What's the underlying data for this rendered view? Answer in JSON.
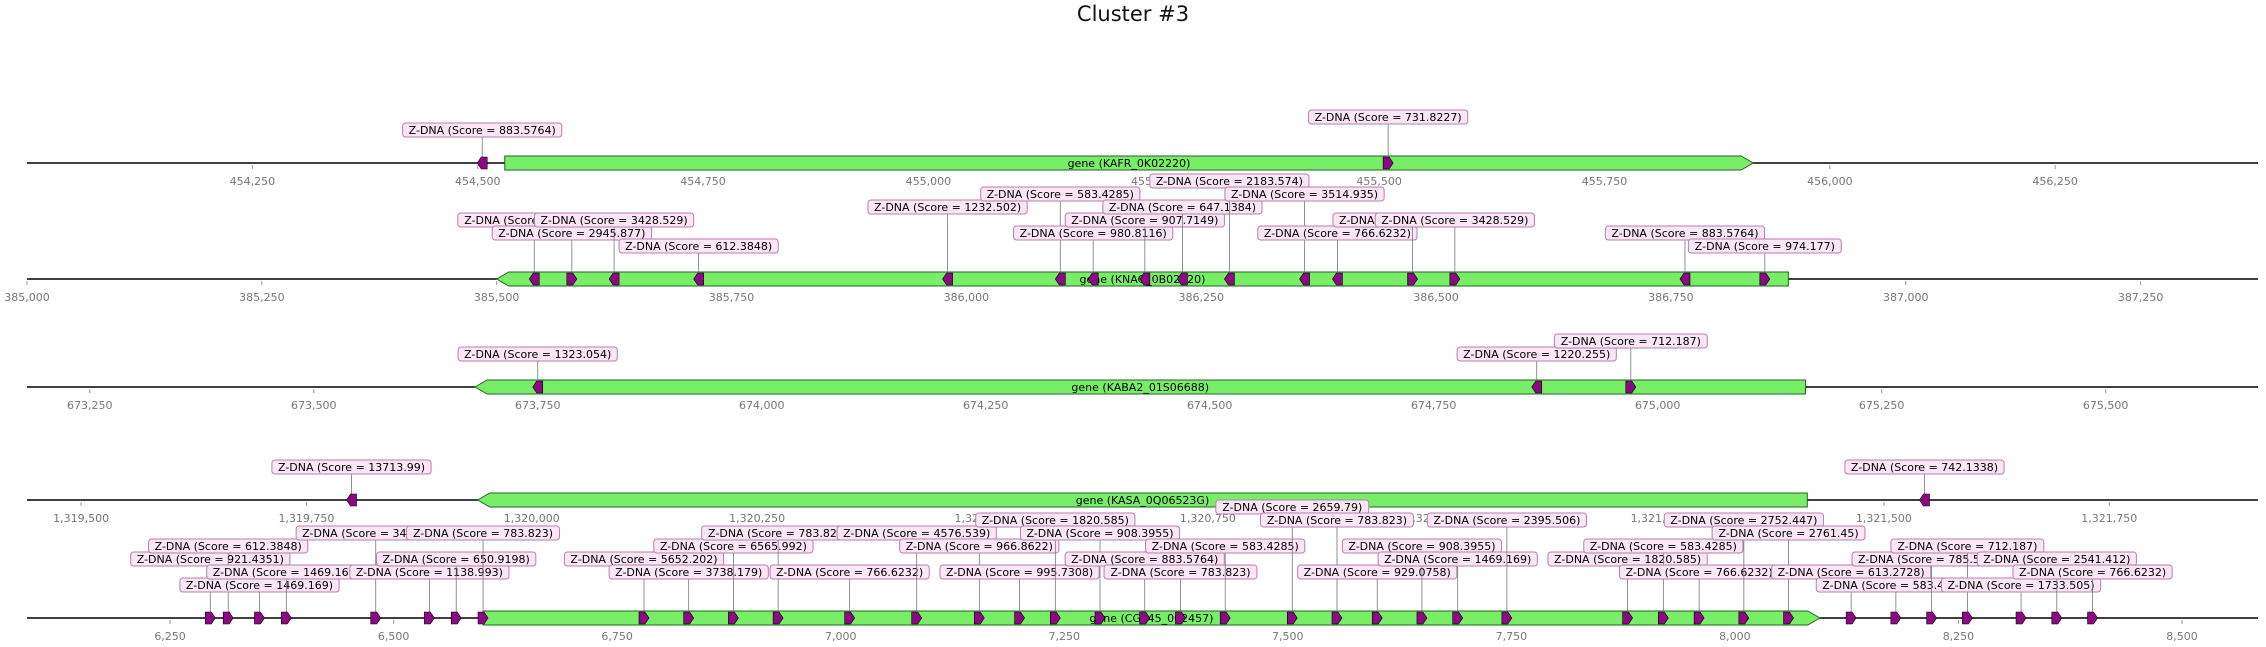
{
  "title": "Cluster #3",
  "colors": {
    "gene_fill": "#77ee66",
    "gene_stroke": "#226622",
    "feature_fill": "#8b0a84",
    "label_bg": "#fbe6f6",
    "label_border": "#b77fae",
    "track_line": "#000000",
    "tick_text": "#777777"
  },
  "chart_data": {
    "type": "gene-track",
    "tracks": [
      {
        "gene": {
          "label": "gene (KAFR_0K02220)",
          "start": 454530,
          "end": 455915,
          "strand": 1
        },
        "ticks": [
          "454,250",
          "454,500",
          "454,750",
          "455,000",
          "455,250",
          "455,500",
          "455,750",
          "456,000",
          "456,250"
        ],
        "tick_values": [
          454250,
          454500,
          454750,
          455000,
          455250,
          455500,
          455750,
          456000,
          456250
        ],
        "range": [
          454000,
          456475
        ],
        "features": [
          {
            "pos": 454505,
            "strand": -1,
            "label": "Z-DNA (Score = 883.5764)",
            "level": 1
          },
          {
            "pos": 455510,
            "strand": 1,
            "label": "Z-DNA (Score = 731.8227)",
            "level": 2
          }
        ]
      },
      {
        "gene": {
          "label": "gene (KNAG_0B02020)",
          "start": 385500,
          "end": 386875,
          "strand": -1
        },
        "ticks": [
          "385,000",
          "385,250",
          "385,500",
          "385,750",
          "386,000",
          "386,250",
          "386,500",
          "386,750",
          "387,000",
          "387,250"
        ],
        "tick_values": [
          385000,
          385250,
          385500,
          385750,
          386000,
          386250,
          386500,
          386750,
          387000,
          387250
        ],
        "range": [
          385000,
          387375
        ],
        "features": [
          {
            "pos": 385540,
            "strand": -1,
            "label": "Z-DNA (Score = 1197.99)",
            "level": 3
          },
          {
            "pos": 385580,
            "strand": 1,
            "label": "Z-DNA (Score = 2945.877)",
            "level": 2
          },
          {
            "pos": 385625,
            "strand": -1,
            "label": "Z-DNA (Score = 3428.529)",
            "level": 3
          },
          {
            "pos": 385715,
            "strand": -1,
            "label": "Z-DNA (Score = 612.3848)",
            "level": 1
          },
          {
            "pos": 385980,
            "strand": -1,
            "label": "Z-DNA (Score = 1232.502)",
            "level": 4
          },
          {
            "pos": 386100,
            "strand": -1,
            "label": "Z-DNA (Score = 583.4285)",
            "level": 5
          },
          {
            "pos": 386135,
            "strand": -1,
            "label": "Z-DNA (Score = 980.8116)",
            "level": 2
          },
          {
            "pos": 386190,
            "strand": -1,
            "label": "Z-DNA (Score = 907.7149)",
            "level": 3
          },
          {
            "pos": 386230,
            "strand": -1,
            "label": "Z-DNA (Score = 647.1384)",
            "level": 4
          },
          {
            "pos": 386280,
            "strand": -1,
            "label": "Z-DNA (Score = 2183.574)",
            "level": 6
          },
          {
            "pos": 386360,
            "strand": -1,
            "label": "Z-DNA (Score = 3514.935)",
            "level": 5
          },
          {
            "pos": 386395,
            "strand": -1,
            "label": "Z-DNA (Score = 766.6232)",
            "level": 2
          },
          {
            "pos": 386475,
            "strand": 1,
            "label": "Z-DNA (Score = 766.6232)",
            "level": 3
          },
          {
            "pos": 386520,
            "strand": 1,
            "label": "Z-DNA (Score = 3428.529)",
            "level": 3
          },
          {
            "pos": 386765,
            "strand": -1,
            "label": "Z-DNA (Score = 883.5764)",
            "level": 2
          },
          {
            "pos": 386850,
            "strand": 1,
            "label": "Z-DNA (Score = 974.177)",
            "level": 1
          }
        ]
      },
      {
        "gene": {
          "label": "gene (KABA2_01S06688)",
          "start": 673680,
          "end": 675165,
          "strand": -1
        },
        "ticks": [
          "673,250",
          "673,500",
          "673,750",
          "674,000",
          "674,250",
          "674,500",
          "674,750",
          "675,000",
          "675,250",
          "675,500"
        ],
        "tick_values": [
          673250,
          673500,
          673750,
          674000,
          674250,
          674500,
          674750,
          675000,
          675250,
          675500
        ],
        "range": [
          673180,
          675670
        ],
        "features": [
          {
            "pos": 673750,
            "strand": -1,
            "label": "Z-DNA (Score = 1323.054)",
            "level": 1
          },
          {
            "pos": 674865,
            "strand": -1,
            "label": "Z-DNA (Score = 1220.255)",
            "level": 1
          },
          {
            "pos": 674970,
            "strand": 1,
            "label": "Z-DNA (Score = 712.187)",
            "level": 2
          }
        ]
      },
      {
        "gene": {
          "label": "gene (KASA_0Q06523G)",
          "start": 1319940,
          "end": 1321415,
          "strand": -1
        },
        "ticks": [
          "1,319,500",
          "1,319,750",
          "1,320,000",
          "1,320,250",
          "1,320,500",
          "1,320,750",
          "1,321,000",
          "1,321,250",
          "1,321,500",
          "1,321,750"
        ],
        "tick_values": [
          1319500,
          1319750,
          1320000,
          1320250,
          1320500,
          1320750,
          1321000,
          1321250,
          1321500,
          1321750
        ],
        "range": [
          1319440,
          1321915
        ],
        "features": [
          {
            "pos": 1319800,
            "strand": -1,
            "label": "Z-DNA (Score = 13713.99)",
            "level": 1
          },
          {
            "pos": 1321545,
            "strand": -1,
            "label": "Z-DNA (Score = 742.1338)",
            "level": 1
          }
        ]
      },
      {
        "gene": {
          "label": "gene (CGP45_002457)",
          "start": 6600,
          "end": 8095,
          "strand": 1
        },
        "ticks": [
          "6,250",
          "6,500",
          "6,750",
          "7,000",
          "7,250",
          "7,500",
          "7,750",
          "8,000",
          "8,250",
          "8,500"
        ],
        "tick_values": [
          6250,
          6500,
          6750,
          7000,
          7250,
          7500,
          7750,
          8000,
          8250,
          8500
        ],
        "range": [
          6090,
          8585
        ],
        "features": [
          {
            "pos": 6295,
            "strand": 1,
            "label": "Z-DNA (Score = 921.4351)",
            "level": 3
          },
          {
            "pos": 6315,
            "strand": 1,
            "label": "Z-DNA (Score = 612.3848)",
            "level": 4
          },
          {
            "pos": 6350,
            "strand": 1,
            "label": "Z-DNA (Score = 1469.169)",
            "level": 1
          },
          {
            "pos": 6380,
            "strand": 1,
            "label": "Z-DNA (Score = 1469.169)",
            "level": 2
          },
          {
            "pos": 6480,
            "strand": 1,
            "label": "Z-DNA (Score = 3428.529)",
            "level": 5
          },
          {
            "pos": 6540,
            "strand": 1,
            "label": "Z-DNA (Score = 1138.993)",
            "level": 2
          },
          {
            "pos": 6570,
            "strand": 1,
            "label": "Z-DNA (Score = 650.9198)",
            "level": 3
          },
          {
            "pos": 6600,
            "strand": 1,
            "label": "Z-DNA (Score = 783.823)",
            "level": 5
          },
          {
            "pos": 6780,
            "strand": 1,
            "label": "Z-DNA (Score = 5652.202)",
            "level": 3
          },
          {
            "pos": 6830,
            "strand": 1,
            "label": "Z-DNA (Score = 3738.179)",
            "level": 2
          },
          {
            "pos": 6880,
            "strand": 1,
            "label": "Z-DNA (Score = 6565.992)",
            "level": 4
          },
          {
            "pos": 6930,
            "strand": 1,
            "label": "Z-DNA (Score = 783.823)",
            "level": 5
          },
          {
            "pos": 7010,
            "strand": 1,
            "label": "Z-DNA (Score = 766.6232)",
            "level": 2
          },
          {
            "pos": 7085,
            "strand": 1,
            "label": "Z-DNA (Score = 4576.539)",
            "level": 5
          },
          {
            "pos": 7155,
            "strand": 1,
            "label": "Z-DNA (Score = 966.8622)",
            "level": 4
          },
          {
            "pos": 7200,
            "strand": 1,
            "label": "Z-DNA (Score = 995.7308)",
            "level": 2
          },
          {
            "pos": 7240,
            "strand": 1,
            "label": "Z-DNA (Score = 1820.585)",
            "level": 6
          },
          {
            "pos": 7290,
            "strand": 1,
            "label": "Z-DNA (Score = 908.3955)",
            "level": 5
          },
          {
            "pos": 7340,
            "strand": 1,
            "label": "Z-DNA (Score = 883.5764)",
            "level": 3
          },
          {
            "pos": 7380,
            "strand": 1,
            "label": "Z-DNA (Score = 783.823)",
            "level": 2
          },
          {
            "pos": 7430,
            "strand": 1,
            "label": "Z-DNA (Score = 583.4285)",
            "level": 4
          },
          {
            "pos": 7505,
            "strand": 1,
            "label": "Z-DNA (Score = 2659.79)",
            "level": 7
          },
          {
            "pos": 7555,
            "strand": 1,
            "label": "Z-DNA (Score = 783.823)",
            "level": 6
          },
          {
            "pos": 7600,
            "strand": 1,
            "label": "Z-DNA (Score = 929.0758)",
            "level": 2
          },
          {
            "pos": 7650,
            "strand": 1,
            "label": "Z-DNA (Score = 908.3955)",
            "level": 4
          },
          {
            "pos": 7690,
            "strand": 1,
            "label": "Z-DNA (Score = 1469.169)",
            "level": 3
          },
          {
            "pos": 7745,
            "strand": 1,
            "label": "Z-DNA (Score = 2395.506)",
            "level": 6
          },
          {
            "pos": 7880,
            "strand": 1,
            "label": "Z-DNA (Score = 1820.585)",
            "level": 3
          },
          {
            "pos": 7920,
            "strand": 1,
            "label": "Z-DNA (Score = 583.4285)",
            "level": 4
          },
          {
            "pos": 7960,
            "strand": 1,
            "label": "Z-DNA (Score = 766.6232)",
            "level": 2
          },
          {
            "pos": 8010,
            "strand": 1,
            "label": "Z-DNA (Score = 2752.447)",
            "level": 6
          },
          {
            "pos": 8060,
            "strand": 1,
            "label": "Z-DNA (Score = 2761.45)",
            "level": 5
          },
          {
            "pos": 8130,
            "strand": 1,
            "label": "Z-DNA (Score = 613.2728)",
            "level": 2
          },
          {
            "pos": 8180,
            "strand": 1,
            "label": "Z-DNA (Score = 583.4285)",
            "level": 1
          },
          {
            "pos": 8220,
            "strand": 1,
            "label": "Z-DNA (Score = 785.5650)",
            "level": 3
          },
          {
            "pos": 8260,
            "strand": 1,
            "label": "Z-DNA (Score = 712.187)",
            "level": 4
          },
          {
            "pos": 8320,
            "strand": 1,
            "label": "Z-DNA (Score = 1733.505)",
            "level": 1
          },
          {
            "pos": 8360,
            "strand": 1,
            "label": "Z-DNA (Score = 2541.412)",
            "level": 3
          },
          {
            "pos": 8400,
            "strand": 1,
            "label": "Z-DNA (Score = 766.6232)",
            "level": 2
          }
        ]
      }
    ]
  }
}
